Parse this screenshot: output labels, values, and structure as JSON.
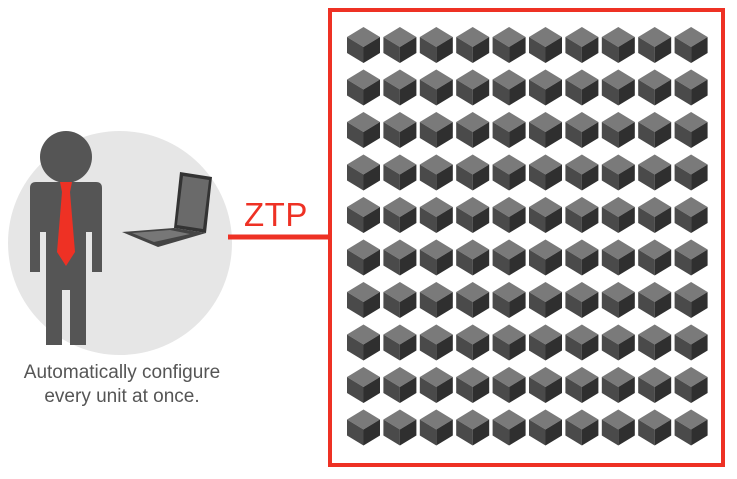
{
  "caption": {
    "line1": "Automatically configure",
    "line2": "every unit at once."
  },
  "ztp_label": "ZTP",
  "unit_grid": {
    "rows": 10,
    "columns": 10
  },
  "colors": {
    "accent_red": "#ee3124",
    "circle_bg": "#e6e6e6",
    "figure_dark": "#555555",
    "cube_top": "#7a7a7a",
    "cube_left": "#4a4a4a",
    "cube_right": "#2f2f2f"
  }
}
